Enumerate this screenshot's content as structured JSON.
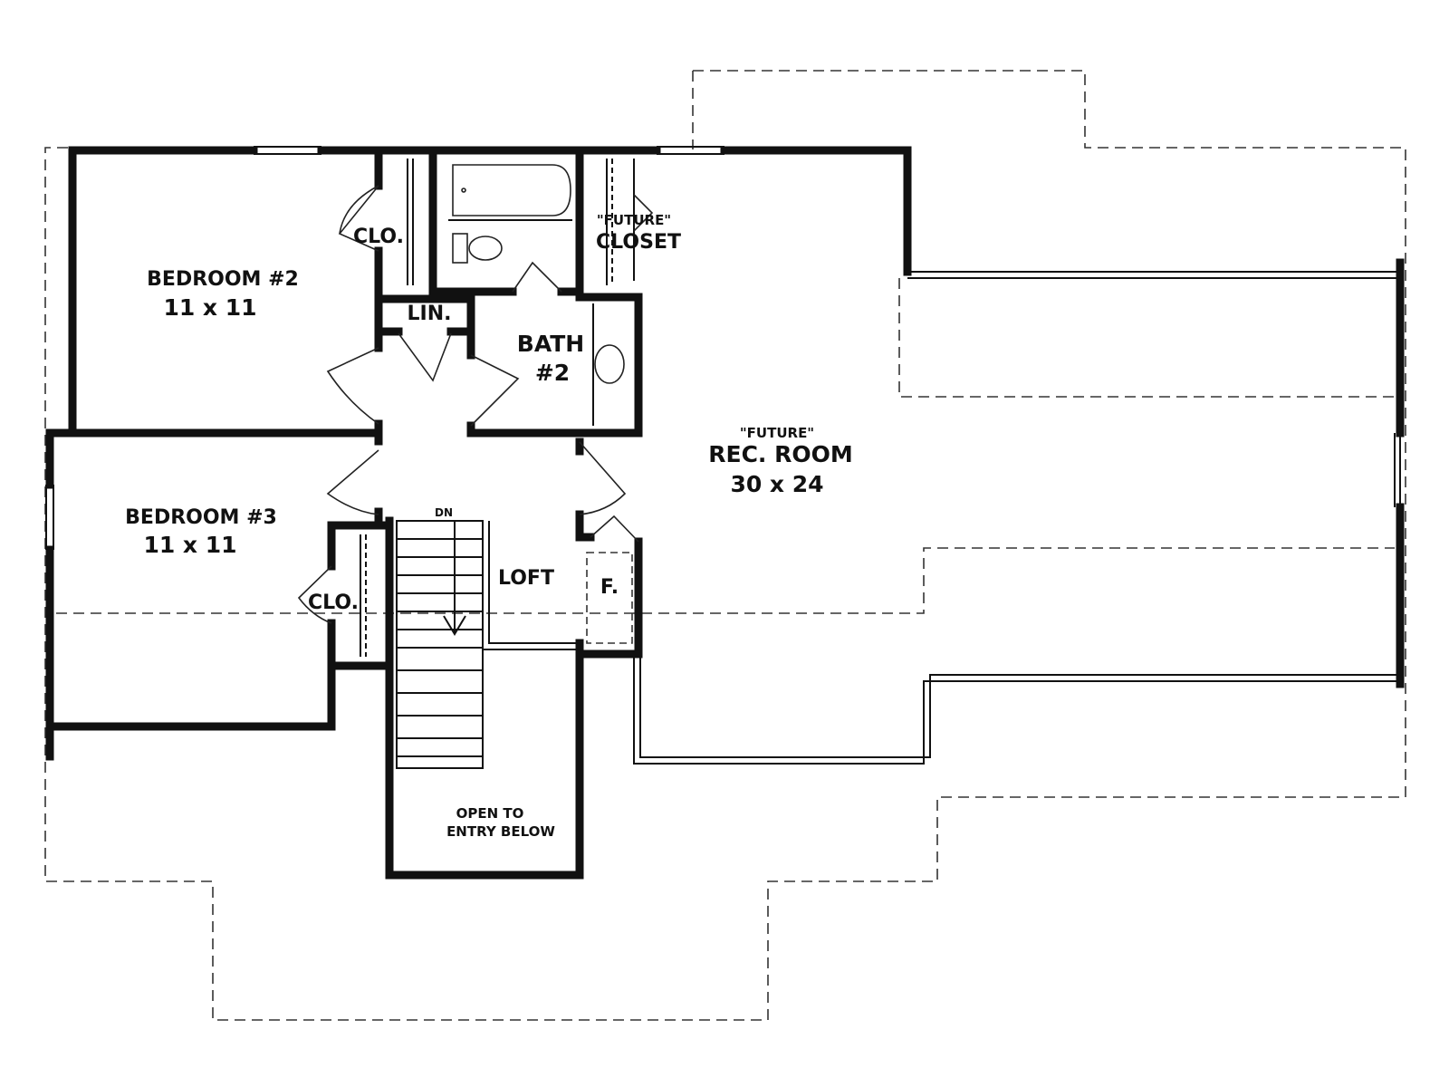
{
  "rooms": {
    "bedroom2_name": "BEDROOM #2",
    "bedroom2_size": "11 x 11",
    "bedroom3_name": "BEDROOM #3",
    "bedroom3_size": "11 x 11",
    "clo_top": "CLO.",
    "clo_bottom": "CLO.",
    "lin": "LIN.",
    "bath_name": "BATH",
    "bath_num": "#2",
    "future_closet_quote": "\"FUTURE\"",
    "future_closet_name": "CLOSET",
    "rec_quote": "\"FUTURE\"",
    "rec_name": "REC. ROOM",
    "rec_size": "30 x 24",
    "loft": "LOFT",
    "furnace": "F.",
    "stair_dn": "DN",
    "open_line1": "OPEN TO",
    "open_line2": "ENTRY BELOW"
  }
}
